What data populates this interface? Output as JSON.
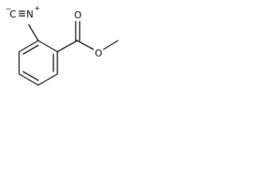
{
  "molecule": {
    "atoms": {
      "isocyanide_carbon": "C",
      "isocyanide_carbon_charge": "−",
      "isocyanide_nitrogen": "N",
      "isocyanide_nitrogen_charge": "+",
      "carbonyl_oxygen": "O",
      "ester_oxygen": "O"
    }
  },
  "colors": {
    "bond": "#000000",
    "background": "#ffffff"
  }
}
